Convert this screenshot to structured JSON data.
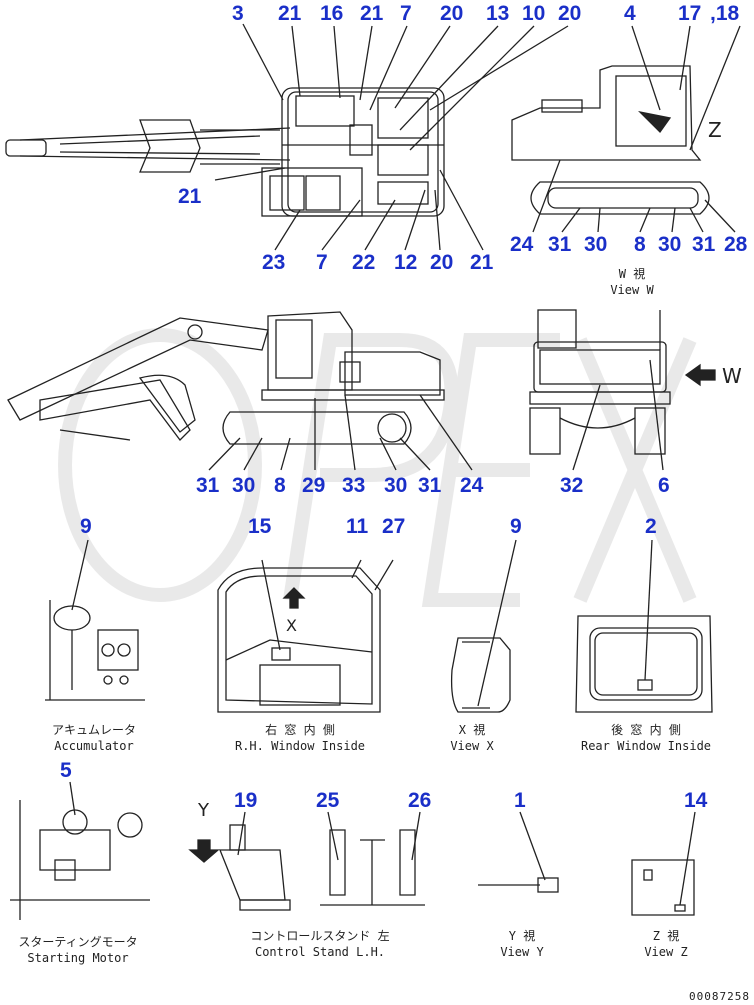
{
  "callouts": [
    {
      "id": "c3a",
      "text": "3"
    },
    {
      "id": "c21a",
      "text": "21"
    },
    {
      "id": "c16",
      "text": "16"
    },
    {
      "id": "c21b",
      "text": "21"
    },
    {
      "id": "c7a",
      "text": "7"
    },
    {
      "id": "c20a",
      "text": "20"
    },
    {
      "id": "c13",
      "text": "13"
    },
    {
      "id": "c10",
      "text": "10"
    },
    {
      "id": "c20b",
      "text": "20"
    },
    {
      "id": "c4",
      "text": "4"
    },
    {
      "id": "c17",
      "text": "17"
    },
    {
      "id": "c18",
      "text": ",18"
    },
    {
      "id": "c21c",
      "text": "21"
    },
    {
      "id": "c23",
      "text": "23"
    },
    {
      "id": "c7b",
      "text": "7"
    },
    {
      "id": "c22",
      "text": "22"
    },
    {
      "id": "c12",
      "text": "12"
    },
    {
      "id": "c20c",
      "text": "20"
    },
    {
      "id": "c21d",
      "text": "21"
    },
    {
      "id": "c24a",
      "text": "24"
    },
    {
      "id": "c31a",
      "text": "31"
    },
    {
      "id": "c30a",
      "text": "30"
    },
    {
      "id": "c8a",
      "text": "8"
    },
    {
      "id": "c30b",
      "text": "30"
    },
    {
      "id": "c31b",
      "text": "31"
    },
    {
      "id": "c28",
      "text": "28"
    },
    {
      "id": "c31c",
      "text": "31"
    },
    {
      "id": "c30c",
      "text": "30"
    },
    {
      "id": "c8b",
      "text": "8"
    },
    {
      "id": "c29",
      "text": "29"
    },
    {
      "id": "c33",
      "text": "33"
    },
    {
      "id": "c30d",
      "text": "30"
    },
    {
      "id": "c31d",
      "text": "31"
    },
    {
      "id": "c24b",
      "text": "24"
    },
    {
      "id": "c32",
      "text": "32"
    },
    {
      "id": "c6",
      "text": "6"
    },
    {
      "id": "c9a",
      "text": "9"
    },
    {
      "id": "c15",
      "text": "15"
    },
    {
      "id": "c11",
      "text": "11"
    },
    {
      "id": "c27",
      "text": "27"
    },
    {
      "id": "c9b",
      "text": "9"
    },
    {
      "id": "c2",
      "text": "2"
    },
    {
      "id": "c5",
      "text": "5"
    },
    {
      "id": "c19",
      "text": "19"
    },
    {
      "id": "c25",
      "text": "25"
    },
    {
      "id": "c26",
      "text": "26"
    },
    {
      "id": "c1",
      "text": "1"
    },
    {
      "id": "c14",
      "text": "14"
    }
  ],
  "view_letters": {
    "z": "Z",
    "w": "W",
    "x": "X",
    "y": "Y"
  },
  "captions": {
    "view_w": {
      "jp": "W 視",
      "en": "View W"
    },
    "accumulator": {
      "jp": "アキュムレータ",
      "en": "Accumulator"
    },
    "rh_window": {
      "jp": "右 窓 内 側",
      "en": "R.H. Window Inside"
    },
    "view_x": {
      "jp": "X 視",
      "en": "View X"
    },
    "rear_window": {
      "jp": "後 窓 内 側",
      "en": "Rear Window Inside"
    },
    "starting_motor": {
      "jp": "スターティングモータ",
      "en": "Starting Motor"
    },
    "control_stand": {
      "jp": "コントロールスタンド 左",
      "en": "Control Stand L.H."
    },
    "view_y": {
      "jp": "Y 視",
      "en": "View Y"
    },
    "view_z": {
      "jp": "Z 視",
      "en": "View Z"
    }
  },
  "doc_number": "00087258",
  "colors": {
    "callout": "#1a2fc8",
    "line": "#222222"
  }
}
